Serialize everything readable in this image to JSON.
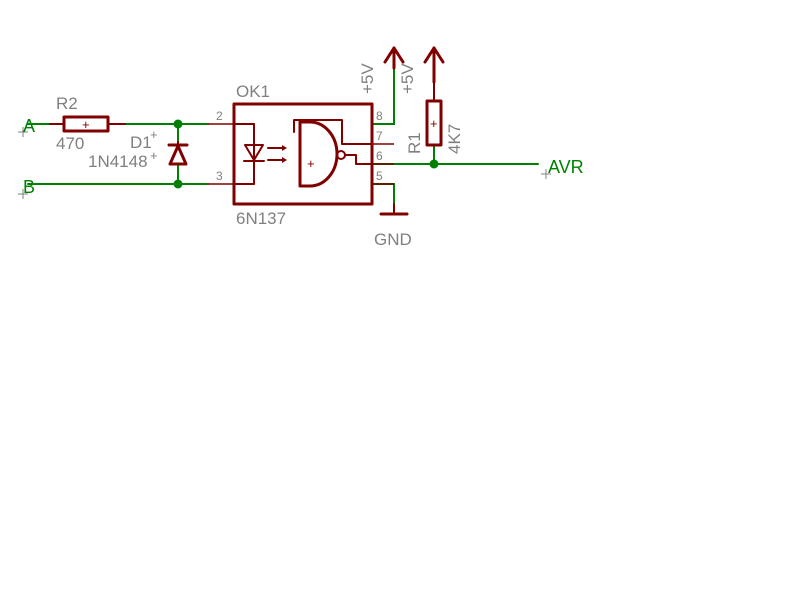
{
  "nets": {
    "input_a": "A",
    "input_b": "B",
    "output": "AVR"
  },
  "components": {
    "r2": {
      "name": "R2",
      "value": "470"
    },
    "d1": {
      "name": "D1",
      "value": "1N4148"
    },
    "ok1": {
      "name": "OK1",
      "value": "6N137",
      "pins": [
        "2",
        "3",
        "8",
        "7",
        "6",
        "5"
      ]
    },
    "r1": {
      "name": "R1",
      "value": "4K7"
    }
  },
  "supplies": {
    "vcc_1": "+5V",
    "vcc_2": "+5V",
    "ground": "GND"
  },
  "colors": {
    "wire": "#008000",
    "part": "#800000",
    "label": "#808080"
  }
}
